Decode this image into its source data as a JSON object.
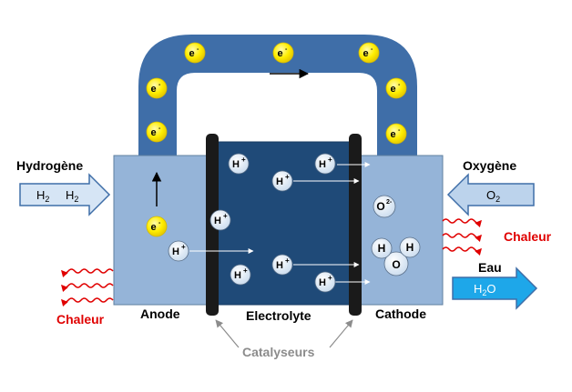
{
  "labels": {
    "hydrogen": "Hydrogène",
    "oxygen": "Oxygène",
    "water": "Eau",
    "heat_left": "Chaleur",
    "heat_right": "Chaleur",
    "anode": "Anode",
    "electrolyte": "Electrolyte",
    "cathode": "Cathode",
    "catalysts": "Catalyseurs"
  },
  "inputs": {
    "hydrogen_molecules": [
      "H",
      "H"
    ],
    "hydrogen_subscript": "2",
    "oxygen_molecule": "O",
    "oxygen_subscript": "2",
    "water_molecule_h": "H",
    "water_molecule_o": "O",
    "water_subscript": "2"
  },
  "particles": {
    "electron": "e",
    "electron_charge": "-",
    "proton": "H",
    "proton_charge": "+",
    "oxide": "O",
    "oxide_charge": "2-",
    "water_h": "H",
    "water_o": "O"
  },
  "colors": {
    "circuit": "#3f6ea8",
    "electrode": "#95b4d8",
    "electrolyte": "#1f4a78",
    "catalyst": "#1a1a1a",
    "electron_fill": "#ffee00",
    "heat": "#e00000",
    "water_arrow": "#1ea7e9"
  }
}
